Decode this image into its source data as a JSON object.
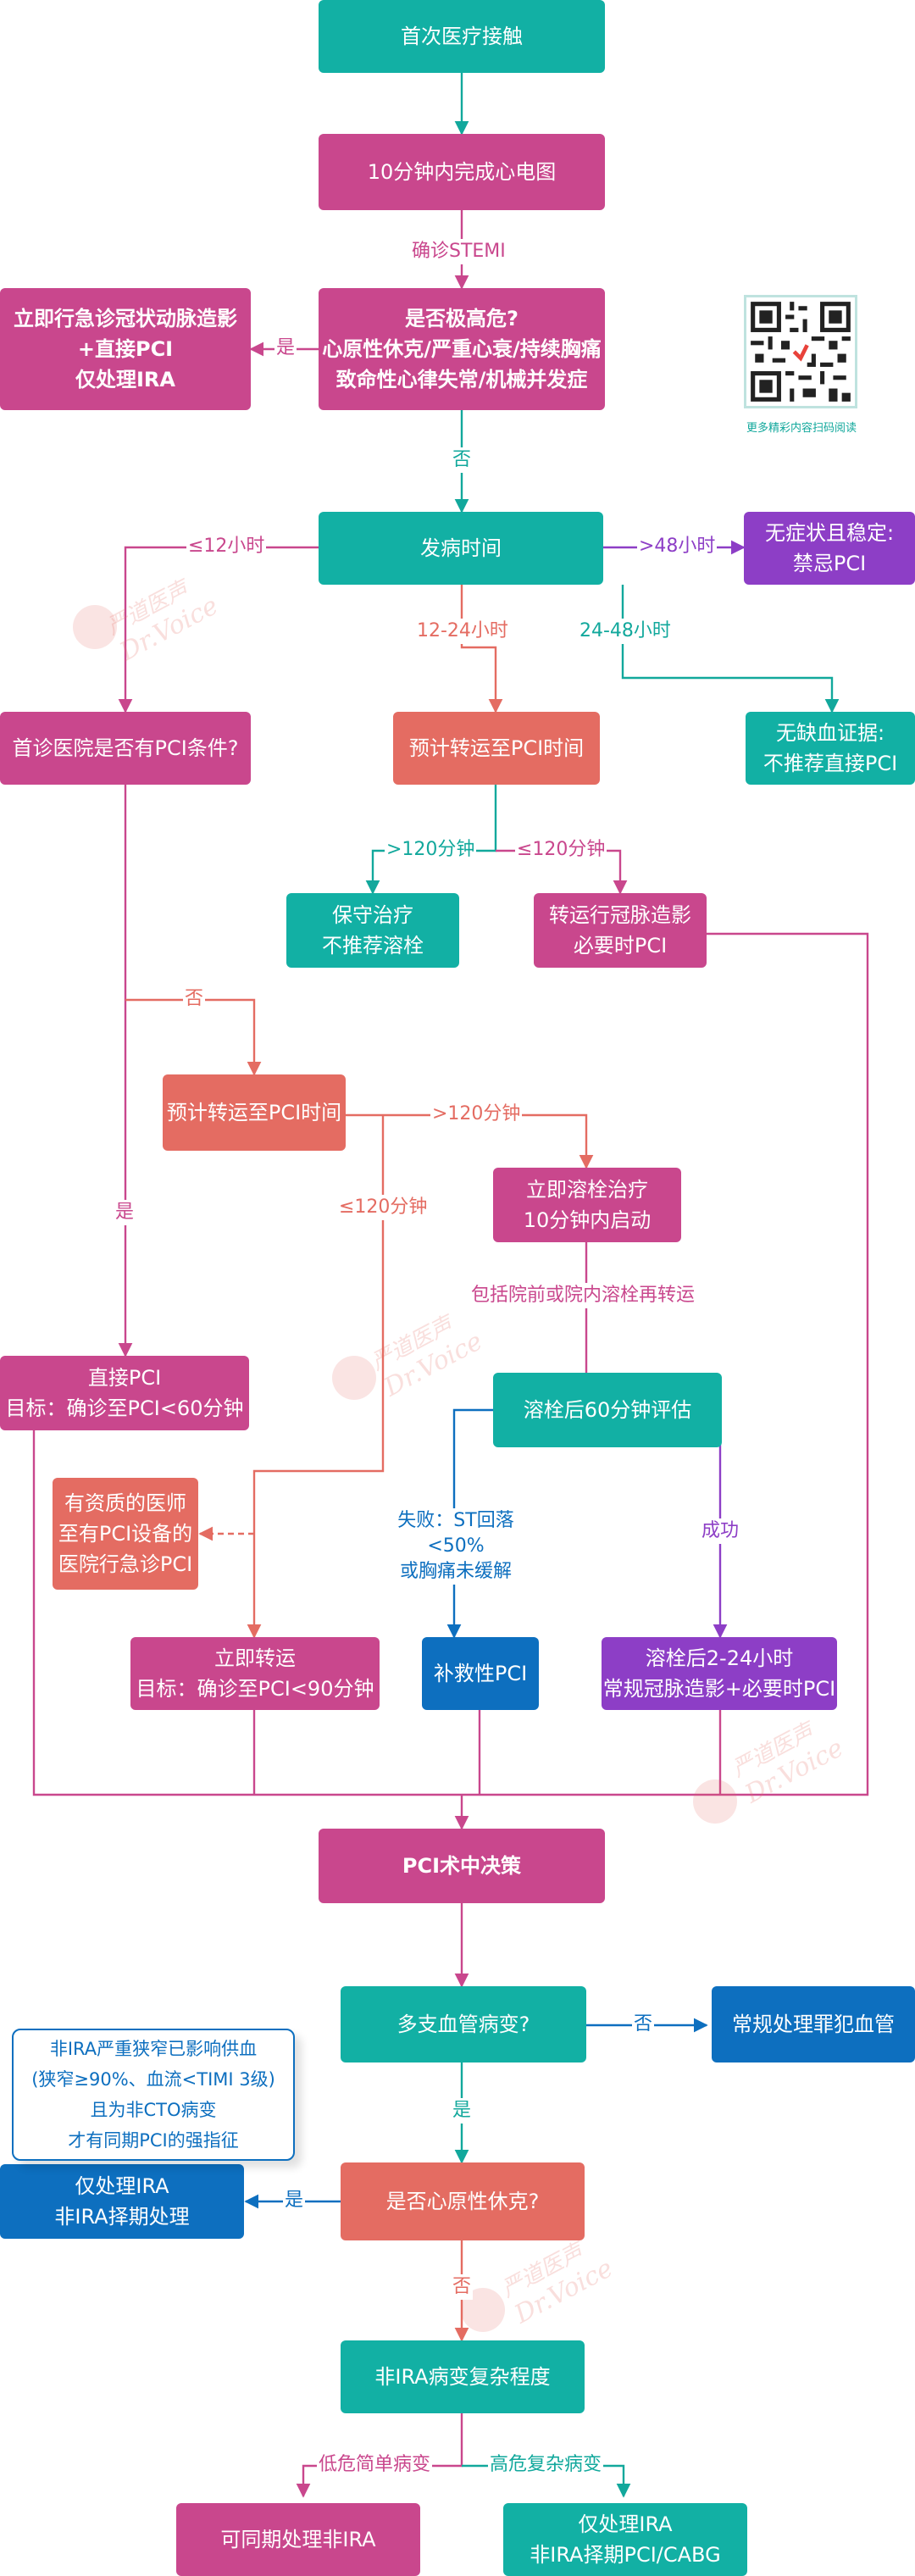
{
  "nodes": {
    "first_contact": "首次医疗接触",
    "ecg": "10分钟内完成心电图",
    "critical": [
      "是否极高危?",
      "心原性休克/严重心衰/持续胸痛",
      "致命性心律失常/机械并发症"
    ],
    "immediate_angio": [
      "立即行急诊冠状动脉造影",
      "+直接PCI",
      "仅处理IRA"
    ],
    "onset_time": "发病时间",
    "stable": [
      "无症状且稳定:",
      "禁忌PCI"
    ],
    "no_ischemia": [
      "无缺血证据:",
      "不推荐直接PCI"
    ],
    "first_hospital": "首诊医院是否有PCI条件?",
    "transfer_time_1": "预计转运至PCI时间",
    "conservative": [
      "保守治疗",
      "不推荐溶栓"
    ],
    "transfer_angio": [
      "转运行冠脉造影",
      "必要时PCI"
    ],
    "transfer_time_2": "预计转运至PCI时间",
    "thrombolysis": [
      "立即溶栓治疗",
      "10分钟内启动"
    ],
    "direct_pci": [
      "直接PCI",
      "目标：确诊至PCI<60分钟"
    ],
    "eval_60": "溶栓后60分钟评估",
    "qualified_doctor": [
      "有资质的医师",
      "至有PCI设备的",
      "医院行急诊PCI"
    ],
    "immediate_transfer": [
      "立即转运",
      "目标：确诊至PCI<90分钟"
    ],
    "rescue_pci": "补救性PCI",
    "routine_angio": [
      "溶栓后2-24小时",
      "常规冠脉造影+必要时PCI"
    ],
    "intraop": "PCI术中决策",
    "multivessel": "多支血管病变?",
    "routine_culprit": "常规处理罪犯血管",
    "shock": "是否心原性休克?",
    "ira_only_staged": [
      "仅处理IRA",
      "非IRA择期处理"
    ],
    "complexity": "非IRA病变复杂程度",
    "simultaneous": "可同期处理非IRA",
    "ira_only_cabg": [
      "仅处理IRA",
      "非IRA择期PCI/CABG"
    ]
  },
  "labels": {
    "confirm_stemi": "确诊STEMI",
    "yes_1": "是",
    "no_1": "否",
    "le12h": "≤12小时",
    "gt48h": ">48小时",
    "h12_24": "12-24小时",
    "h24_48": "24-48小时",
    "gt120_a": ">120分钟",
    "le120_a": "≤120分钟",
    "no_2": "否",
    "gt120_b": ">120分钟",
    "le120_b": "≤120分钟",
    "yes_2": "是",
    "prehospital": "包括院前或院内溶栓再转运",
    "fail": [
      "失败：ST回落<50%",
      "或胸痛未缓解"
    ],
    "success": "成功",
    "no_3": "否",
    "yes_3": "是",
    "yes_4": "是",
    "no_4": "否",
    "low_risk": "低危简单病变",
    "high_risk": "高危复杂病变"
  },
  "note": [
    "非IRA严重狭窄已影响供血",
    "(狭窄≥90%、血流<TIMI 3级)",
    "且为非CTO病变",
    "才有同期PCI的强指征"
  ],
  "qr_caption": "更多精彩内容扫码阅读",
  "watermark": [
    "严道医声",
    "Dr.Voice"
  ],
  "colors": {
    "teal": "#12b0a4",
    "magenta": "#c9478d",
    "coral": "#e46c62",
    "purple": "#8d3ec6",
    "blue": "#0d6fbf"
  }
}
